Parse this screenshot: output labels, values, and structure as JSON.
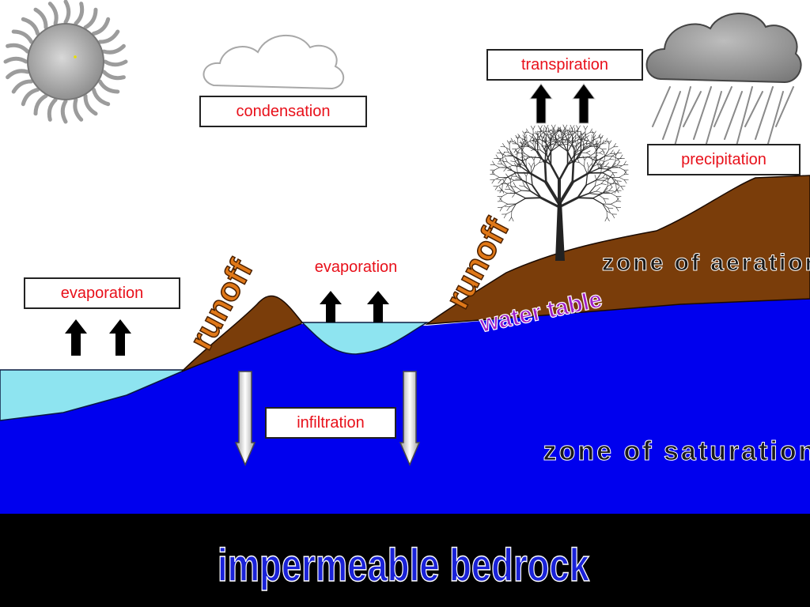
{
  "labels": {
    "condensation": "condensation",
    "transpiration": "transpiration",
    "precipitation": "precipitation",
    "evaporation_sea": "evaporation",
    "evaporation_lake": "evaporation",
    "infiltration": "infiltration",
    "runoff_left": "runoff",
    "runoff_right": "runoff",
    "water_table": "water table",
    "zone_aeration": "zone of aeration",
    "zone_saturation": "zone of saturation",
    "bedrock": "impermeable bedrock"
  },
  "colors": {
    "groundwater": "#0000ee",
    "surface_water": "#8ee4f0",
    "soil": "#7a3d0a",
    "bedrock": "#000000",
    "label_text": "#e8101a",
    "runoff_fill": "#e07818",
    "water_table_fill": "#a020c8",
    "zone_text": "#1a1a1a",
    "bedrock_text": "#1a22d8"
  },
  "icons": [
    "sun-icon",
    "cloud-icon",
    "rain-cloud-icon",
    "tree-icon",
    "up-arrow-icon",
    "down-arrow-icon"
  ]
}
